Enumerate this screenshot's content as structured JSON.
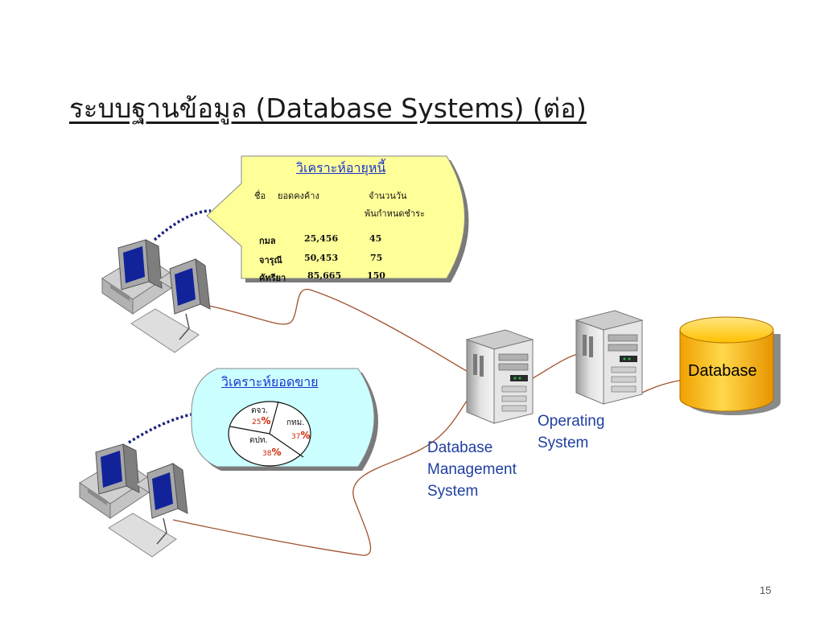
{
  "title": "ระบบฐานข้อมูล (Database Systems) (ต่อ)",
  "aging_callout": {
    "title": "วิเคราะห์อายุหนี้",
    "headers": [
      "ชื่อ",
      "ยอดคงค้าง",
      "จำนวนวัน",
      "พ้นกำหนดชำระ"
    ],
    "rows": [
      {
        "name": "กมล",
        "amount": "25,456",
        "days": "45"
      },
      {
        "name": "จารุณี",
        "amount": "50,453",
        "days": "75"
      },
      {
        "name": "คัทรียา",
        "amount": "85,665",
        "days": "150"
      }
    ]
  },
  "sales_callout": {
    "title": "วิเคราะห์ยอดขาย",
    "pie": [
      {
        "label": "ตจว.",
        "num": "25",
        "unit": "%"
      },
      {
        "label": "กทม.",
        "num": "37",
        "unit": "%"
      },
      {
        "label": "ตปท.",
        "num": "38",
        "unit": "%"
      }
    ]
  },
  "labels": {
    "dbms": [
      "Database",
      "Management",
      "System"
    ],
    "os": [
      "Operating",
      "System"
    ],
    "database": "Database"
  },
  "page_number": "15",
  "colors": {
    "aging_fill": "#ffff99",
    "sales_fill": "#ccffff",
    "connector": "#a0522d",
    "dotted": "#1a237e",
    "label_blue": "#1f3f9f",
    "cylinder": "#ffc000"
  }
}
